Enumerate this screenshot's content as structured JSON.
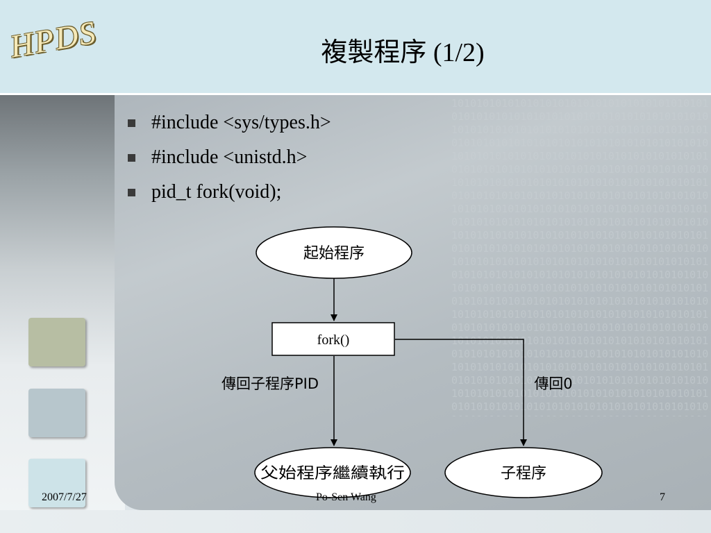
{
  "slide": {
    "logo": "HPDS",
    "title": "複製程序 (1/2)",
    "bullets": [
      {
        "text": "#include <sys/types.h>"
      },
      {
        "text": "#include <unistd.h>"
      },
      {
        "text": "pid_t fork(void);"
      }
    ],
    "footer": {
      "date": "2007/7/27",
      "author": "Po-Sen Wang",
      "page": "7"
    }
  },
  "diagram": {
    "start_node": "起始程序",
    "fork_node": "fork()",
    "parent_node": "父始程序繼續執行",
    "child_node": "子程序",
    "left_edge_label": "傳回子程序PID",
    "right_edge_label": "傳回0"
  },
  "colors": {
    "header_bg": "#d3e8ee",
    "node_fill": "#ffffff",
    "line": "#000000"
  }
}
